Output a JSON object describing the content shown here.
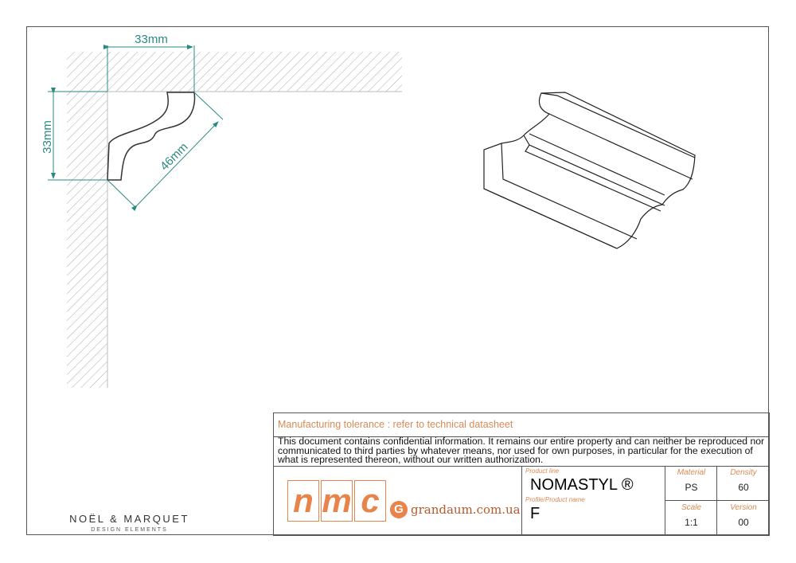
{
  "dimensions": {
    "width": "33mm",
    "height": "33mm",
    "diagonal": "46mm"
  },
  "title_block": {
    "tolerance": "Manufacturing tolerance : refer to technical datasheet",
    "confidential": "This document contains confidential information. It remains our entire property and can neither be reproduced nor communicated to third parties by whatever means, nor used for own purposes, in particular for the execution of what is represented thereon, without our written authorization.",
    "product_line_label": "Product line",
    "product_line": "NOMASTYL ®",
    "product_name_label": "Profile/Product name",
    "product_name": "F",
    "material_label": "Material",
    "material": "PS",
    "density_label": "Density",
    "density": "60",
    "scale_label": "Scale",
    "scale": "1:1",
    "version_label": "Version",
    "version": "00"
  },
  "logos": {
    "nmc": [
      "n",
      "m",
      "c"
    ],
    "grandaum_g": "G",
    "grandaum": "grandaum.com.ua",
    "brand": "NOËL & MARQUET",
    "brand_sub": "DESIGN ELEMENTS"
  },
  "colors": {
    "accent": "#e8834a",
    "dimension": "#2a8a80"
  }
}
